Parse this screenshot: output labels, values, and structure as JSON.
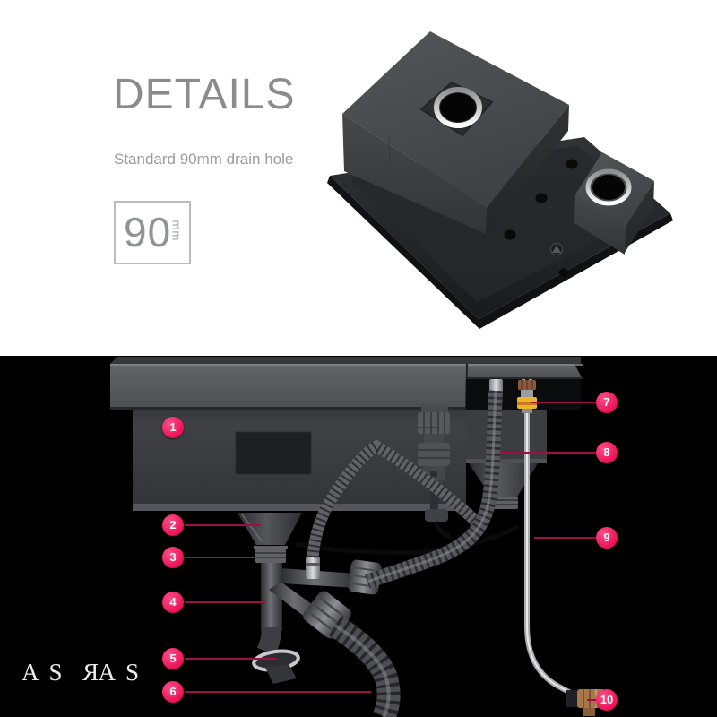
{
  "header": {
    "title": "DETAILS",
    "subtitle": "Standard 90mm drain hole",
    "badge": {
      "value": "90",
      "unit": "mm"
    }
  },
  "diagram": {
    "callouts": [
      {
        "number": "1"
      },
      {
        "number": "2"
      },
      {
        "number": "3"
      },
      {
        "number": "4"
      },
      {
        "number": "5"
      },
      {
        "number": "6"
      },
      {
        "number": "7"
      },
      {
        "number": "8"
      },
      {
        "number": "9"
      },
      {
        "number": "10"
      }
    ],
    "brand": {
      "left": "AS",
      "middle": "R",
      "right": "AS"
    }
  },
  "colors": {
    "accent_pink": "#ee1257",
    "callout_line": "#9e0f45",
    "top_background": "#ffffff",
    "bottom_background": "#000000",
    "title_gray": "#8b8b8b",
    "yellow_fitting": "#e9b524",
    "brass_fitting": "#a9764a"
  }
}
